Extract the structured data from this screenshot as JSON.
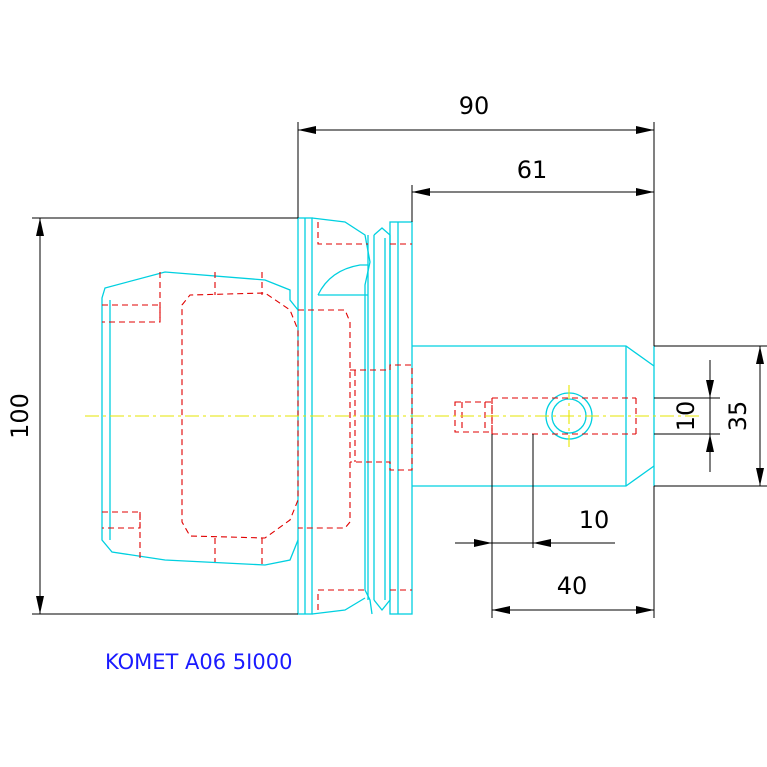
{
  "dimensions": {
    "overall_length": "90",
    "shank_length": "61",
    "flange_diameter": "100",
    "shank_diameter": "35",
    "hole_diameter": "10",
    "hole_offset": "10",
    "hole_position": "40"
  },
  "caption": "KOMET A06 5I000",
  "colors": {
    "outline": "#00d0e0",
    "hidden": "#e00000",
    "centerline": "#e6e600",
    "dimension": "#000000",
    "caption": "#1a1aff"
  }
}
